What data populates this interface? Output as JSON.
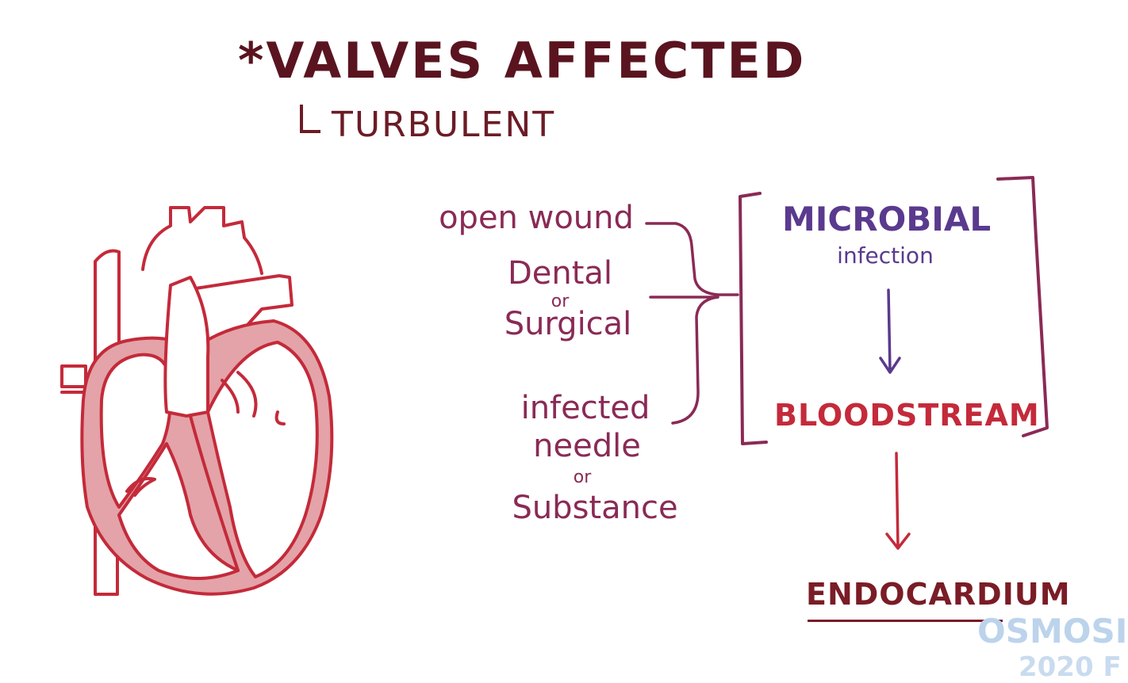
{
  "title": "*VALVES AFFECTED",
  "subtitle": "TURBULENT",
  "causes": {
    "open_wound": "open wound",
    "dental": "Dental",
    "or_1": "or",
    "surgical": "Surgical",
    "infected": "infected",
    "needle": "needle",
    "or_2": "or",
    "substance": "Substance"
  },
  "box": {
    "microbial": "MICROBIAL",
    "infection": "infection",
    "bloodstream": "BLOODSTREAM"
  },
  "target": "ENDOCARDIUM",
  "watermark": {
    "logo": "OSMOSIS",
    "year": "2020 F"
  },
  "colors": {
    "title": "#5a1420",
    "cause_text": "#8a2a55",
    "bracket": "#8a2a55",
    "microbial": "#5a3a8e",
    "bloodstream": "#c42a3a",
    "heart_outline": "#c42a3a",
    "heart_fill": "#e3a3a8",
    "watermark": "#bcd3ec"
  }
}
